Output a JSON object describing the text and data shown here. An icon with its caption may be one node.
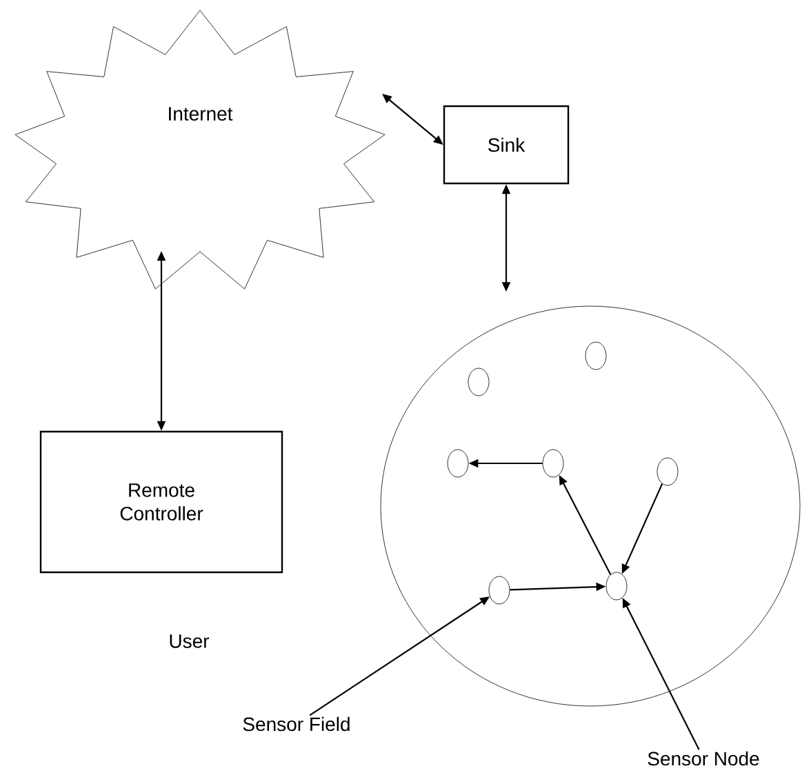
{
  "diagram": {
    "nodes": [
      {
        "text": [
          "Internet"
        ]
      },
      {
        "text": [
          "Sink"
        ]
      },
      {
        "text": [],
        "shape": "circle"
      },
      {
        "text": [
          "Remote Controller"
        ]
      },
      {
        "text": [],
        "shape": "circle",
        "in": 2
      },
      {
        "text": [],
        "shape": "circle",
        "in": 2
      },
      {
        "text": [],
        "shape": "circle",
        "in": 2
      },
      {
        "text": [],
        "shape": "circle",
        "in": 2
      },
      {
        "text": [],
        "shape": "circle",
        "in": 2
      },
      {
        "text": [],
        "shape": "circle",
        "in": 2
      },
      {
        "text": [],
        "shape": "circle",
        "in": 2
      },
      {
        "text": [
          "Sensor Field"
        ]
      },
      {
        "text": [
          "Sensor Node"
        ]
      }
    ],
    "edges": [
      {
        "from": 0,
        "to": 1,
        "arrow": "both"
      },
      {
        "from": 1,
        "to": 2,
        "arrow": "both"
      },
      {
        "from": 0,
        "to": 3,
        "arrow": "both"
      },
      {
        "from": 7,
        "to": 6,
        "arrow": "to"
      },
      {
        "from": 10,
        "to": 7,
        "arrow": "to"
      },
      {
        "from": 8,
        "to": 10,
        "arrow": "to"
      },
      {
        "from": 9,
        "to": 10,
        "arrow": "to"
      },
      {
        "from": 11,
        "to": 9,
        "arrow": "to"
      },
      {
        "from": 12,
        "to": 10,
        "arrow": "to"
      }
    ],
    "labels": [
      "User"
    ]
  }
}
